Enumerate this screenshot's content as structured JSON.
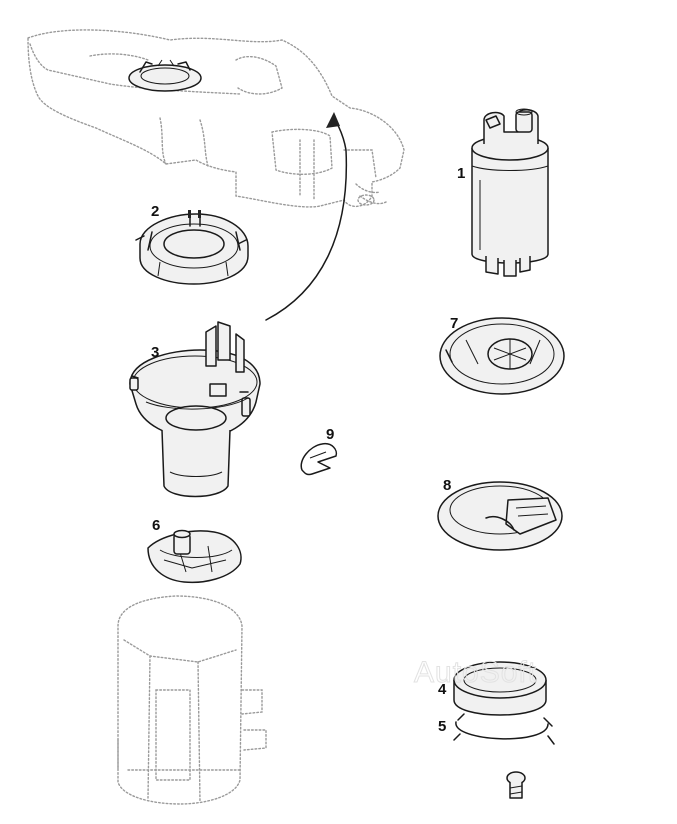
{
  "callouts": {
    "pump": "1",
    "lock_ring": "2",
    "reservoir": "3",
    "seal": "4",
    "clamp": "5",
    "filter": "6",
    "flange_top": "7",
    "flange": "8",
    "clip": "9"
  },
  "watermark": "AutoSoft"
}
